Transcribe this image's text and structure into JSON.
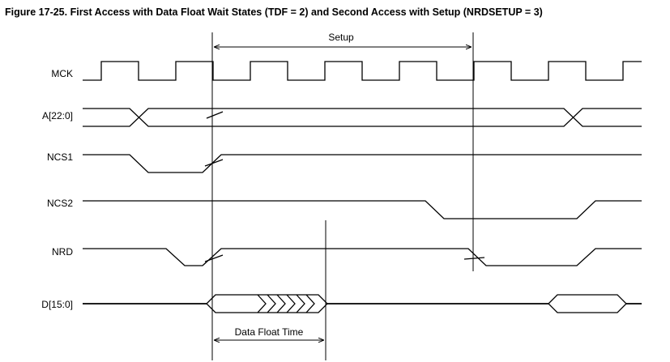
{
  "figure": {
    "title": "Figure 17-25.   First Access with Data Float Wait States (TDF = 2) and Second Access with Setup (NRDSETUP = 3)"
  },
  "signals": [
    {
      "id": "mck",
      "label": "MCK"
    },
    {
      "id": "addr",
      "label": "A[22:0]"
    },
    {
      "id": "ncs1",
      "label": "NCS1"
    },
    {
      "id": "ncs2",
      "label": "NCS2"
    },
    {
      "id": "nrd",
      "label": "NRD"
    },
    {
      "id": "data",
      "label": "D[15:0]"
    }
  ],
  "annotations": {
    "setup": "Setup",
    "data_float_time": "Data Float Time"
  }
}
